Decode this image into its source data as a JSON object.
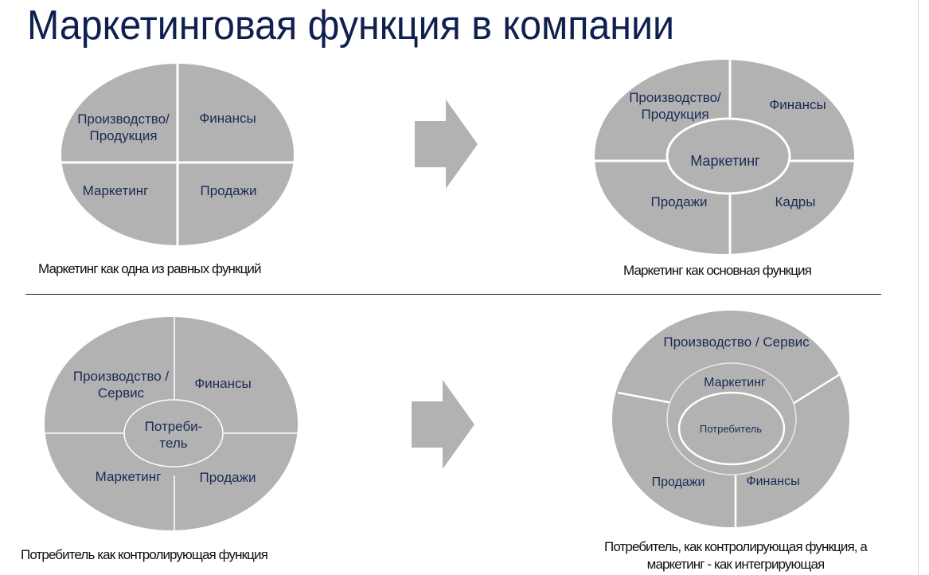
{
  "title": "Маркетинговая функция в компании",
  "colors": {
    "title": "#0f1f4f",
    "fill": "#b2b2b2",
    "label": "#1b2a55",
    "separator": "#ffffff"
  },
  "diagram1": {
    "segments": [
      "Производство/",
      "Продукция",
      "Финансы",
      "Маркетинг",
      "Продажи"
    ],
    "caption": "Маркетинг как одна из равных функций"
  },
  "diagram2": {
    "segments": [
      "Производство/",
      "Продукция",
      "Финансы",
      "Продажи",
      "Кадры"
    ],
    "center": "Маркетинг",
    "caption": "Маркетинг как основная функция"
  },
  "diagram3": {
    "segments": [
      "Производство /",
      "Сервис",
      "Финансы",
      "Маркетинг",
      "Продажи"
    ],
    "center_line1": "Потреби-",
    "center_line2": "тель",
    "caption": "Потребитель как контролирующая функция"
  },
  "diagram4": {
    "outer_segments": [
      "Производство / Сервис",
      "Продажи",
      "Финансы"
    ],
    "middle": "Маркетинг",
    "center": "Потребитель",
    "caption_line1": "Потребитель, как контролирующая функция, а",
    "caption_line2": "маркетинг - как интегрирующая"
  },
  "arrows": [
    "arrow-right",
    "arrow-right"
  ]
}
